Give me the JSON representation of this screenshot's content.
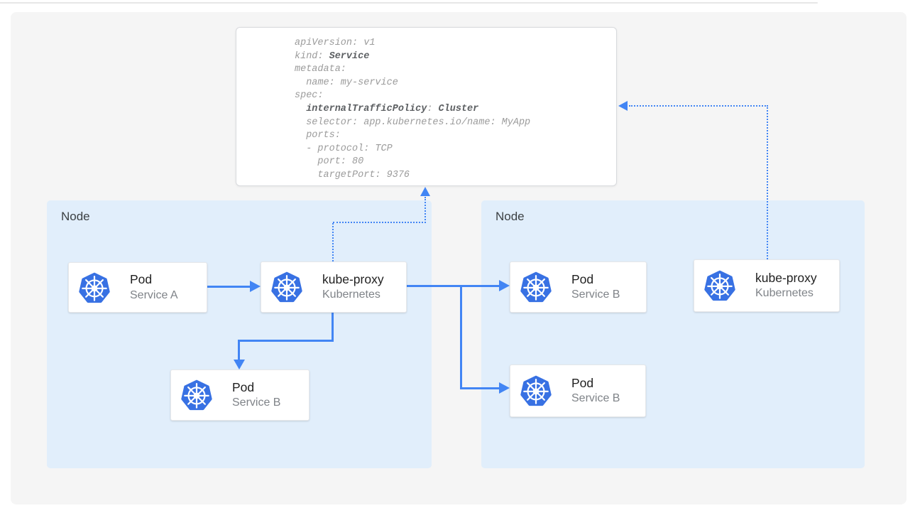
{
  "colors": {
    "arrow_blue": "#4285f4",
    "k8s_blue": "#3871e3",
    "node_bg": "#e1eefb",
    "panel_bg": "#f5f5f5",
    "card_title": "#212121",
    "card_subtitle": "#7f8388",
    "code_regular": "#9b9b9b",
    "code_bold": "#5c5f62",
    "node_label": "#3c4043"
  },
  "yaml": {
    "lines": [
      [
        {
          "t": "apiVersion: v1"
        }
      ],
      [
        {
          "t": "kind: "
        },
        {
          "t": "Service",
          "b": 1
        }
      ],
      [
        {
          "t": "metadata:"
        }
      ],
      [
        {
          "t": "  name: my-service"
        }
      ],
      [
        {
          "t": "spec:"
        }
      ],
      [
        {
          "t": "  "
        },
        {
          "t": "internalTrafficPolicy",
          "b": 1
        },
        {
          "t": ": "
        },
        {
          "t": "Cluster",
          "b": 1
        }
      ],
      [
        {
          "t": "  selector: app.kubernetes.io/name: MyApp"
        }
      ],
      [
        {
          "t": "  ports:"
        }
      ],
      [
        {
          "t": "  - protocol: TCP"
        }
      ],
      [
        {
          "t": "    port: 80"
        }
      ],
      [
        {
          "t": "    targetPort: 9376"
        }
      ]
    ]
  },
  "nodes": {
    "left_label": "Node",
    "right_label": "Node"
  },
  "cards": {
    "pod_a": {
      "title": "Pod",
      "subtitle": "Service A"
    },
    "kube_proxy_left": {
      "title": "kube-proxy",
      "subtitle": "Kubernetes"
    },
    "pod_b_left": {
      "title": "Pod",
      "subtitle": "Service B"
    },
    "pod_b_right_top": {
      "title": "Pod",
      "subtitle": "Service B"
    },
    "pod_b_right_bottom": {
      "title": "Pod",
      "subtitle": "Service B"
    },
    "kube_proxy_right": {
      "title": "kube-proxy",
      "subtitle": "Kubernetes"
    }
  }
}
